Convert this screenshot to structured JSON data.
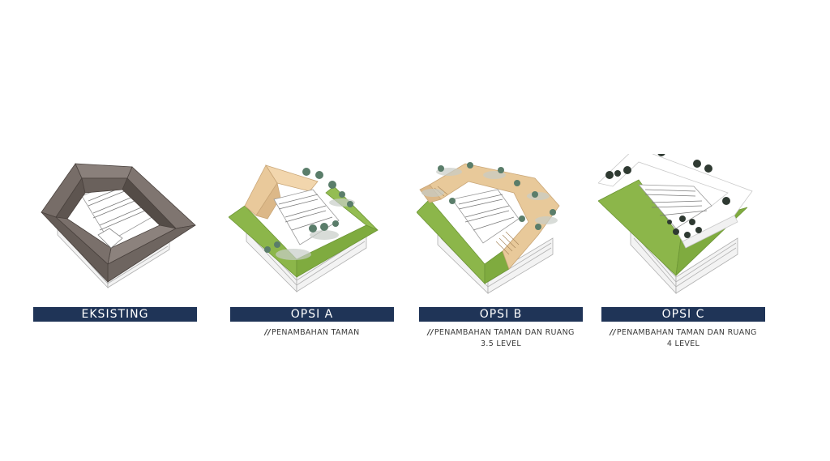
{
  "schemes": [
    {
      "label": "EKSISTING",
      "caption_lines": []
    },
    {
      "label": "OPSI A",
      "caption_lines": [
        "PENAMBAHAN TAMAN"
      ]
    },
    {
      "label": "OPSI B",
      "caption_lines": [
        "PENAMBAHAN TAMAN DAN RUANG",
        "3.5 LEVEL"
      ]
    },
    {
      "label": "OPSI C",
      "caption_lines": [
        "PENAMBAHAN TAMAN DAN RUANG",
        "4 LEVEL"
      ]
    }
  ],
  "caption_prefix": "//",
  "colors": {
    "label_bar": "#1f3457",
    "label_text": "#ffffff",
    "roof": "#7a6f6a",
    "roof_dark": "#5e5550",
    "grass": "#8cb64a",
    "timber": "#e8c99a",
    "tree_dark": "#2f3a32",
    "tree_green": "#58806a"
  }
}
